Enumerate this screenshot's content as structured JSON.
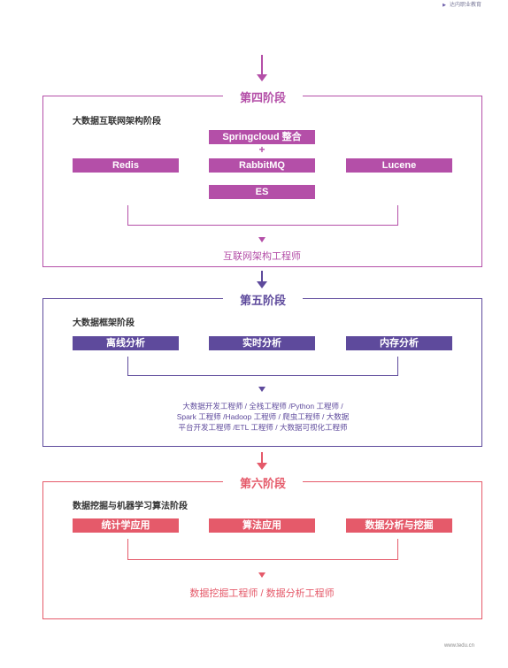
{
  "header": {
    "text": "达内职业教育"
  },
  "footer": {
    "text": "www.tedu.cn"
  },
  "colors": {
    "stage4": "#b44fa8",
    "stage5": "#5e4a9c",
    "stage6": "#e55a6a"
  },
  "stage4": {
    "title": "第四阶段",
    "section": "大数据互联网架构阶段",
    "springcloud": "Springcloud 整合",
    "plus": "+",
    "redis": "Redis",
    "rabbitmq": "RabbitMQ",
    "lucene": "Lucene",
    "es": "ES",
    "result": "互联网架构工程师"
  },
  "stage5": {
    "title": "第五阶段",
    "section": "大数据框架阶段",
    "items": [
      "离线分析",
      "实时分析",
      "内存分析"
    ],
    "result_lines": [
      "大数据开发工程师 / 全栈工程师 /Python 工程师 /",
      "Spark 工程师 /Hadoop 工程师 / 爬虫工程师 / 大数据",
      "平台开发工程师 /ETL 工程师 / 大数据可视化工程师"
    ]
  },
  "stage6": {
    "title": "第六阶段",
    "section": "数据挖掘与机器学习算法阶段",
    "items": [
      "统计学应用",
      "算法应用",
      "数据分析与挖掘"
    ],
    "result": "数据挖掘工程师 / 数据分析工程师"
  }
}
